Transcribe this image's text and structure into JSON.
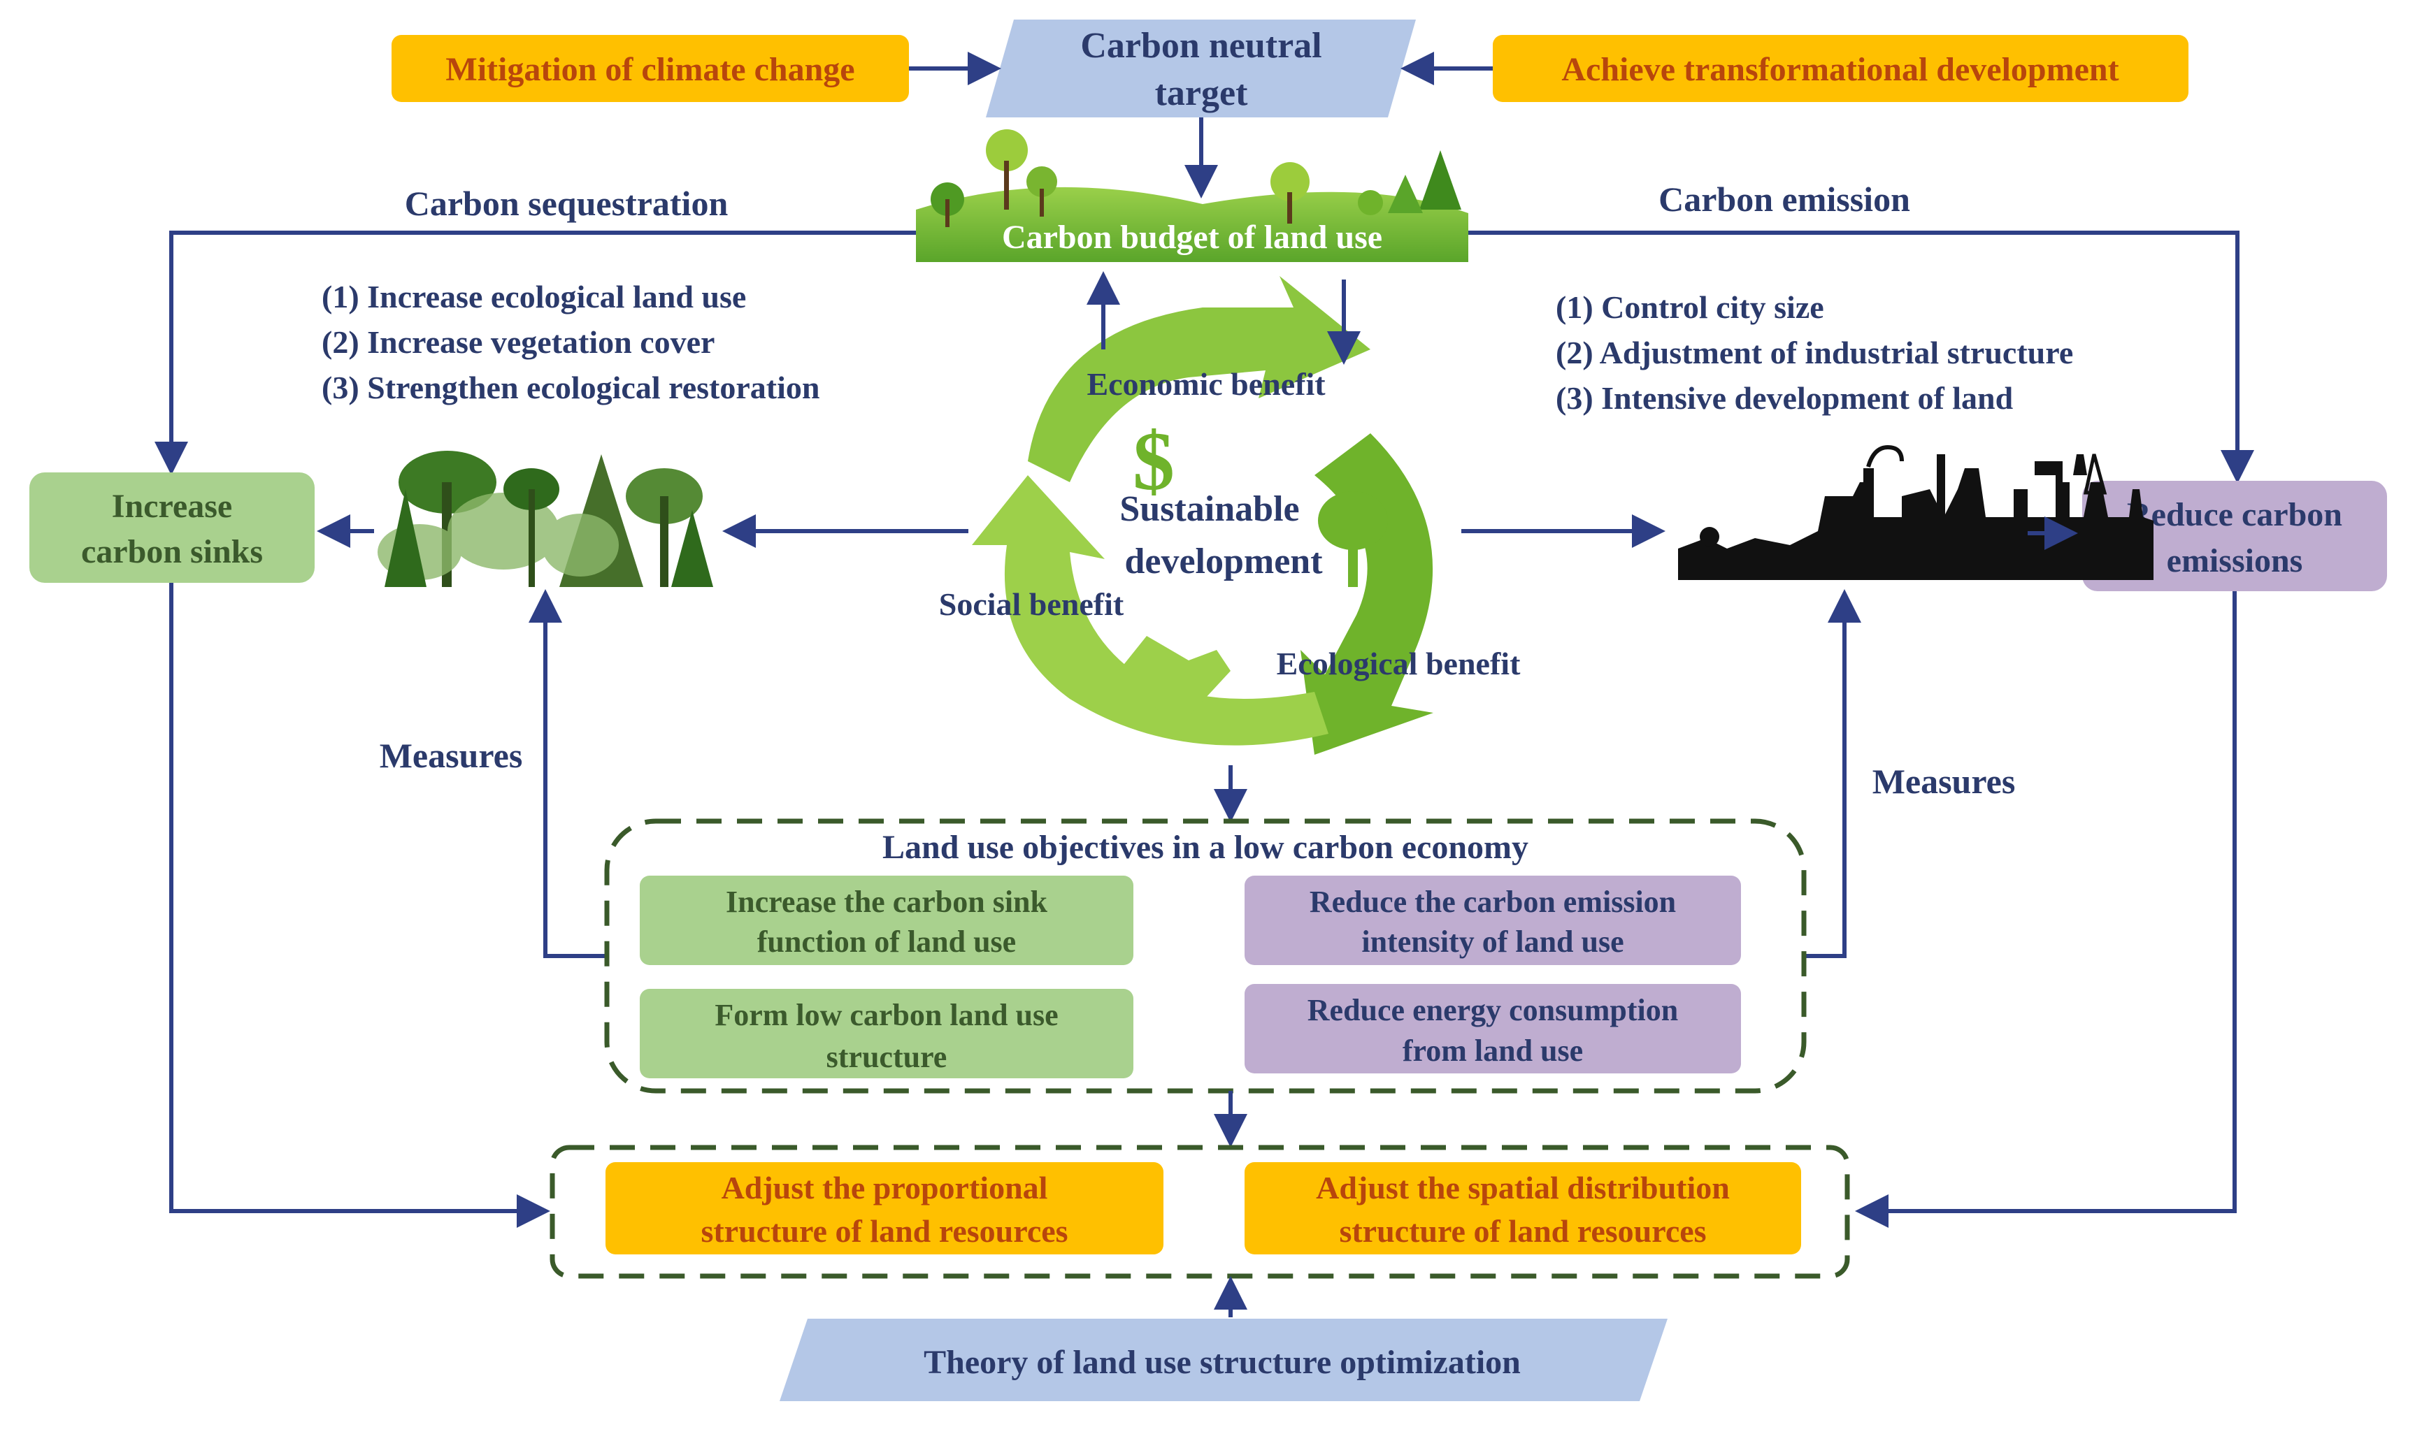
{
  "colors": {
    "navy_text": "#2b3a6b",
    "arrow": "#2e3f86",
    "orange_box": "#ffc000",
    "orange_text": "#b8460c",
    "blue_box": "#b4c7e7",
    "green_box": "#a9d18e",
    "purple_box": "#bfadd0",
    "dashed_border": "#3a5a2a",
    "recycle_green": "#8cc63f"
  },
  "top": {
    "left_box": "Mitigation of climate change",
    "center_box_line1": "Carbon neutral",
    "center_box_line2": "target",
    "right_box": "Achieve transformational development"
  },
  "budget": {
    "label": "Carbon budget of land use"
  },
  "sequestration": {
    "title": "Carbon sequestration",
    "items": [
      "(1) Increase ecological land use",
      "(2) Increase vegetation cover",
      "(3) Strengthen ecological restoration"
    ]
  },
  "emission": {
    "title": "Carbon emission",
    "items": [
      "(1) Control city size",
      "(2) Adjustment of industrial structure",
      "(3) Intensive development of land"
    ]
  },
  "sinks_box": {
    "line1": "Increase",
    "line2": "carbon sinks"
  },
  "reduce_box": {
    "line1": "Reduce carbon",
    "line2": "emissions"
  },
  "cycle": {
    "center_line1": "Sustainable",
    "center_line2": "development",
    "economic": "Economic benefit",
    "social": "Social  benefit",
    "ecological": "Ecological benefit",
    "dollar_symbol": "$"
  },
  "measures": {
    "left": "Measures",
    "right": "Measures"
  },
  "objectives": {
    "title": "Land use objectives in a low carbon economy",
    "green1_line1": "Increase the carbon sink",
    "green1_line2": "function of land use",
    "green2_line1": "Form low carbon land use",
    "green2_line2": "structure",
    "purple1_line1": "Reduce the carbon emission",
    "purple1_line2": "intensity of land use",
    "purple2_line1": "Reduce energy consumption",
    "purple2_line2": "from land use"
  },
  "adjust": {
    "left_line1": "Adjust the proportional",
    "left_line2": "structure of land resources",
    "right_line1": "Adjust the spatial distribution",
    "right_line2": "structure of land resources"
  },
  "theory": {
    "label": "Theory of land use structure optimization"
  },
  "icons": [
    "trees-icon",
    "factory-icon",
    "recycle-icon",
    "dollar-icon",
    "handshake-icon",
    "tree-icon",
    "landscape-icon"
  ]
}
